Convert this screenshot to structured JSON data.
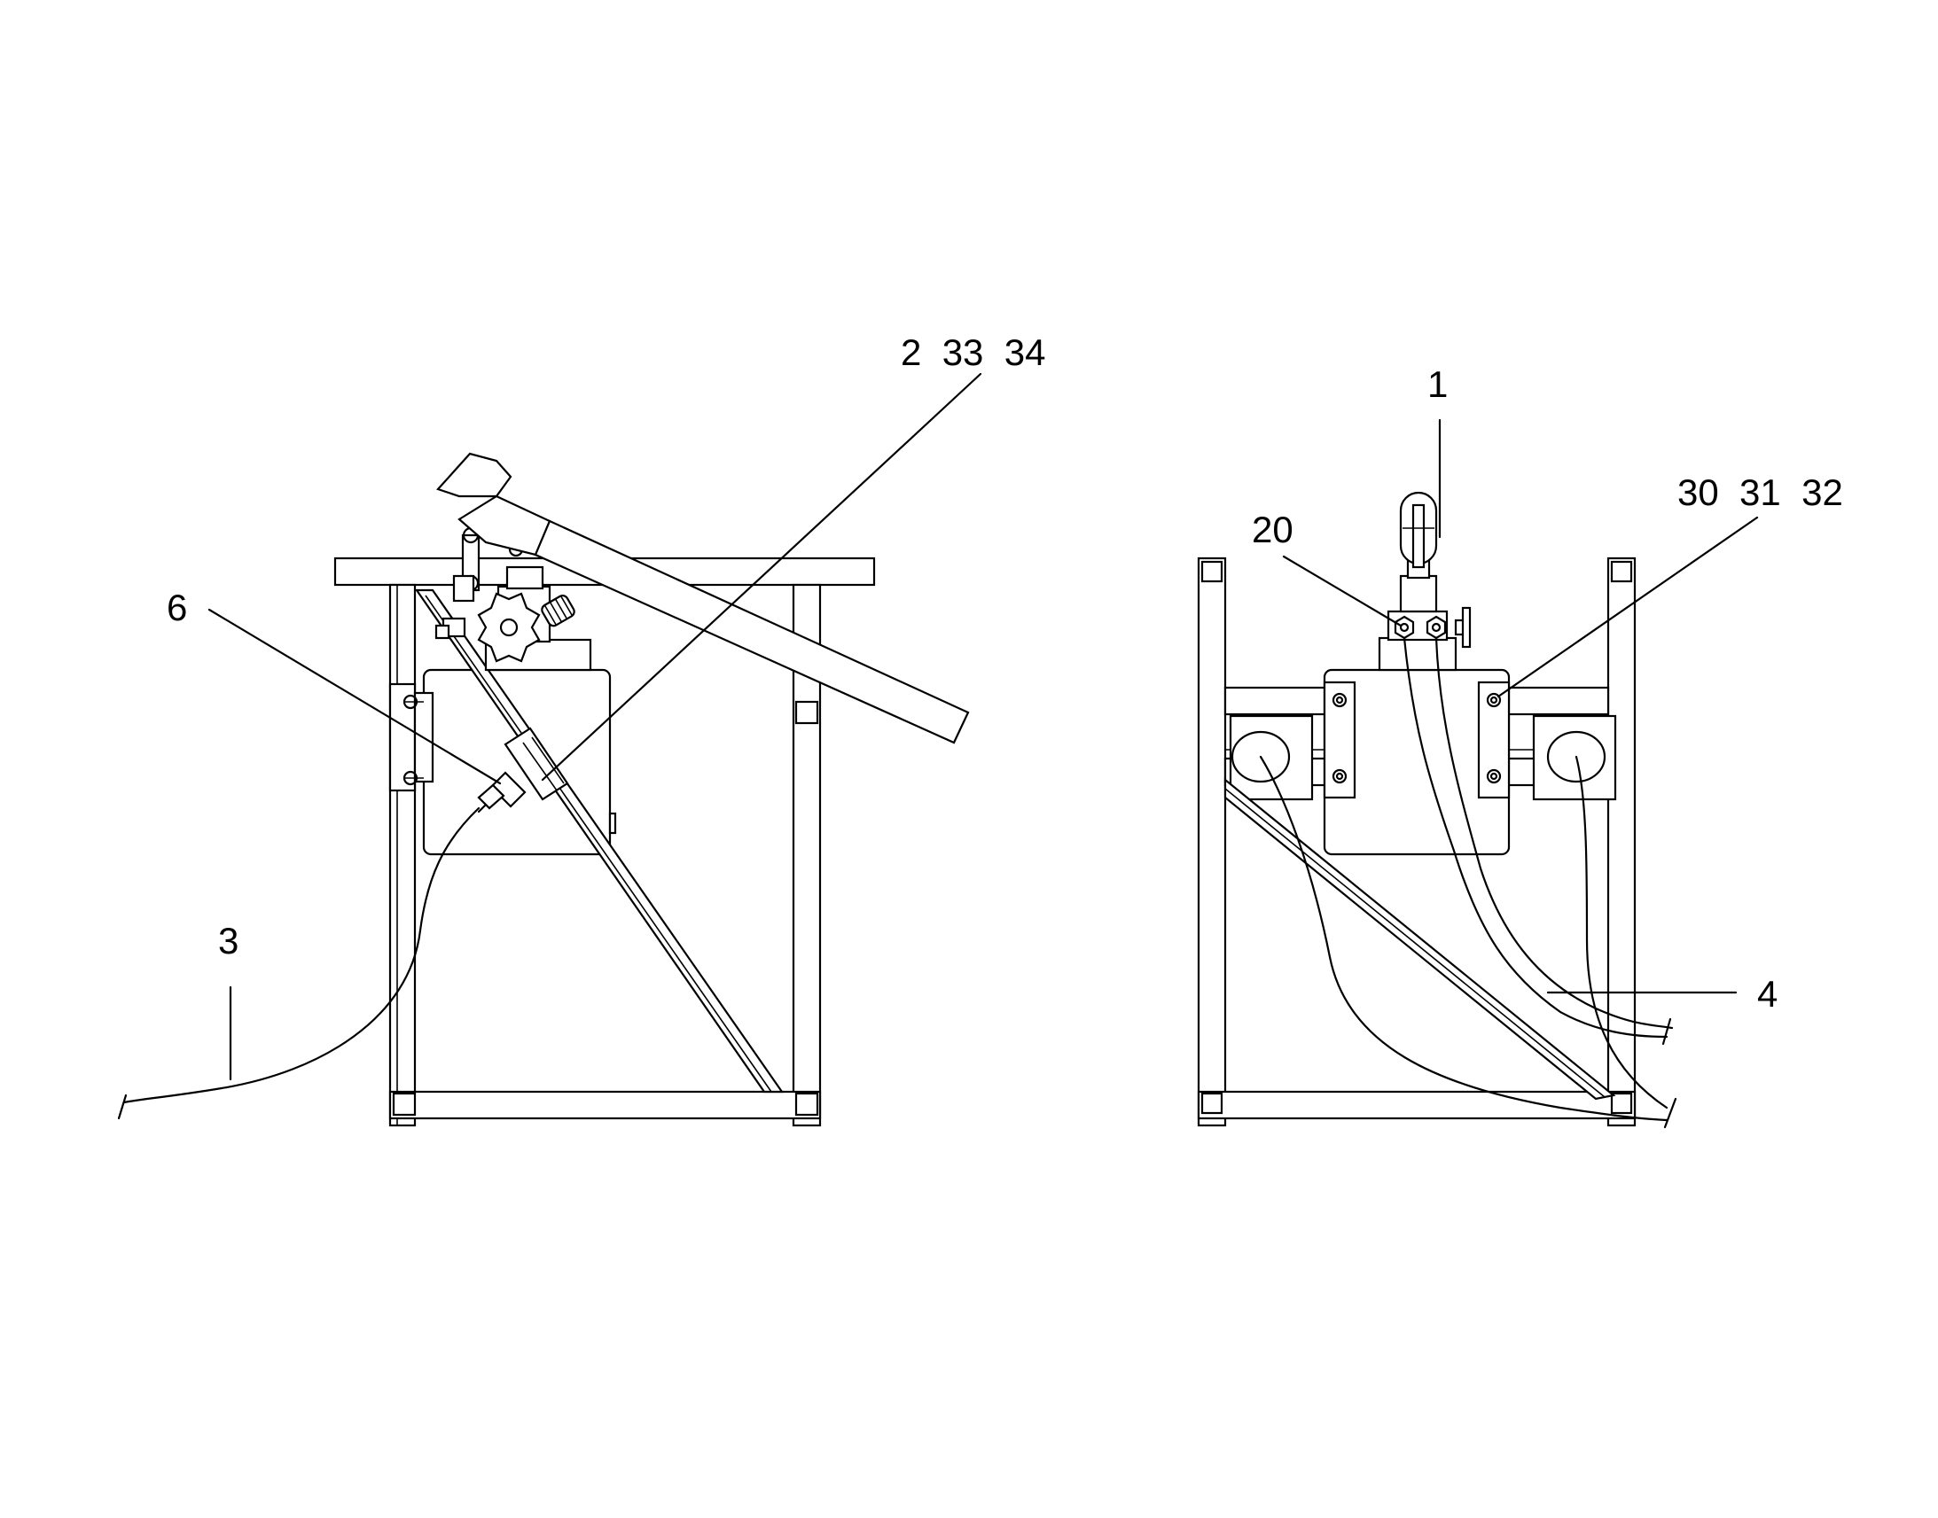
{
  "figure": {
    "left_view": {
      "labels": {
        "pump": "2 33 34",
        "fitting": "6",
        "hose": "3"
      }
    },
    "right_view": {
      "labels": {
        "handle": "1",
        "valve": "20",
        "bolts": "30 31 32",
        "hoses": "4"
      }
    }
  }
}
